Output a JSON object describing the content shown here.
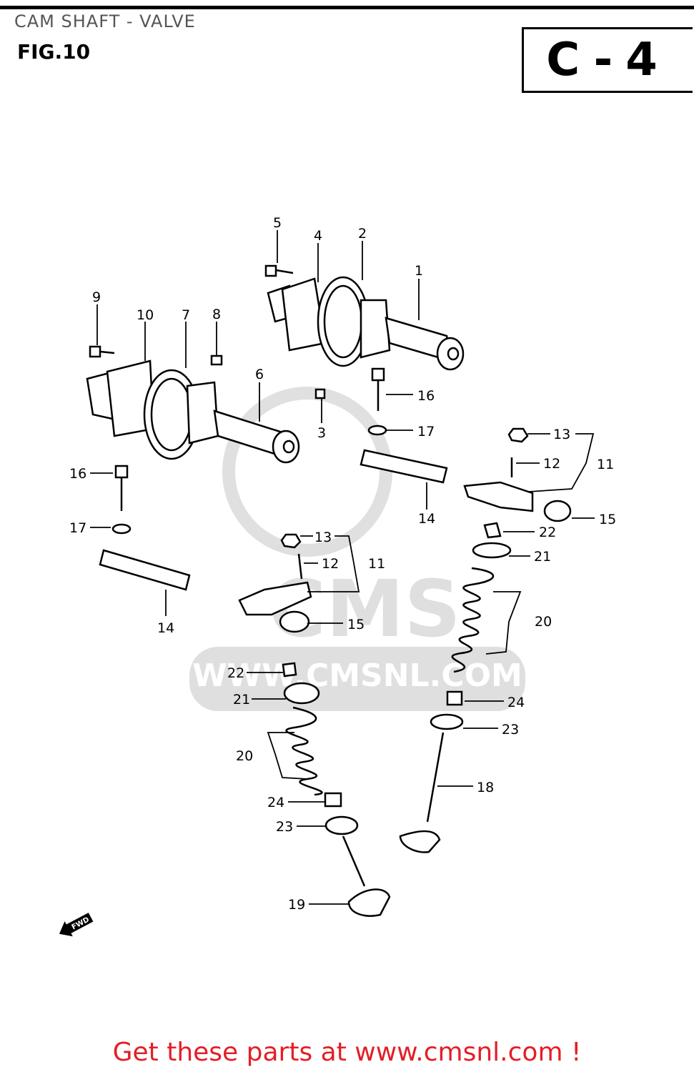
{
  "header": {
    "title": "CAM SHAFT - VALVE",
    "fig": "FIG.10",
    "code": "C-4"
  },
  "watermark": {
    "text": "WWW.CMSNL.COM",
    "logo": "CMS"
  },
  "fwd_label": "FWD",
  "callouts": [
    {
      "id": "c1",
      "text": "1"
    },
    {
      "id": "c2",
      "text": "2"
    },
    {
      "id": "c3",
      "text": "3"
    },
    {
      "id": "c4",
      "text": "4"
    },
    {
      "id": "c5",
      "text": "5"
    },
    {
      "id": "c6",
      "text": "6"
    },
    {
      "id": "c7",
      "text": "7"
    },
    {
      "id": "c8",
      "text": "8"
    },
    {
      "id": "c9",
      "text": "9"
    },
    {
      "id": "c10",
      "text": "10"
    },
    {
      "id": "c11a",
      "text": "11"
    },
    {
      "id": "c11b",
      "text": "11"
    },
    {
      "id": "c12a",
      "text": "12"
    },
    {
      "id": "c12b",
      "text": "12"
    },
    {
      "id": "c13a",
      "text": "13"
    },
    {
      "id": "c13b",
      "text": "13"
    },
    {
      "id": "c14a",
      "text": "14"
    },
    {
      "id": "c14b",
      "text": "14"
    },
    {
      "id": "c15a",
      "text": "15"
    },
    {
      "id": "c15b",
      "text": "15"
    },
    {
      "id": "c16a",
      "text": "16"
    },
    {
      "id": "c16b",
      "text": "16"
    },
    {
      "id": "c17a",
      "text": "17"
    },
    {
      "id": "c17b",
      "text": "17"
    },
    {
      "id": "c18",
      "text": "18"
    },
    {
      "id": "c19",
      "text": "19"
    },
    {
      "id": "c20a",
      "text": "20"
    },
    {
      "id": "c20b",
      "text": "20"
    },
    {
      "id": "c21a",
      "text": "21"
    },
    {
      "id": "c21b",
      "text": "21"
    },
    {
      "id": "c22a",
      "text": "22"
    },
    {
      "id": "c22b",
      "text": "22"
    },
    {
      "id": "c23a",
      "text": "23"
    },
    {
      "id": "c23b",
      "text": "23"
    },
    {
      "id": "c24a",
      "text": "24"
    },
    {
      "id": "c24b",
      "text": "24"
    }
  ],
  "footer": {
    "text": "Get these parts at www.cmsnl.com !",
    "color": "#e41e26"
  }
}
